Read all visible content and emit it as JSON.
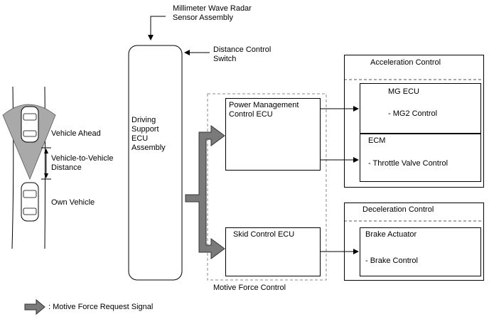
{
  "sensor_label": "Millimeter Wave Radar\nSensor Assembly",
  "switch_label": "Distance Control\nSwitch",
  "ecu_label": "Driving\nSupport\nECU\nAssembly",
  "power_mgmt_label": "Power Management\nControl ECU",
  "skid_control_label": "Skid Control ECU",
  "motive_force_label": "Motive Force Control",
  "acceleration": {
    "title": "Acceleration Control",
    "mg_ecu_title": "MG ECU",
    "mg_ecu_item": "- MG2 Control",
    "ecm_title": "ECM",
    "ecm_item": "- Throttle Valve Control"
  },
  "deceleration": {
    "title": "Deceleration Control",
    "brake_title": "Brake Actuator",
    "brake_item": "- Brake Control"
  },
  "vehicle_ahead_label": "Vehicle Ahead",
  "distance_label": "Vehicle-to-Vehicle\nDistance",
  "own_vehicle_label": "Own Vehicle",
  "legend_label": ": Motive Force Request Signal",
  "colors": {
    "signal_arrow": "#7a7a7a",
    "radar_cone": "#a9a9a9",
    "dashed_border": "#8a8a8a"
  }
}
